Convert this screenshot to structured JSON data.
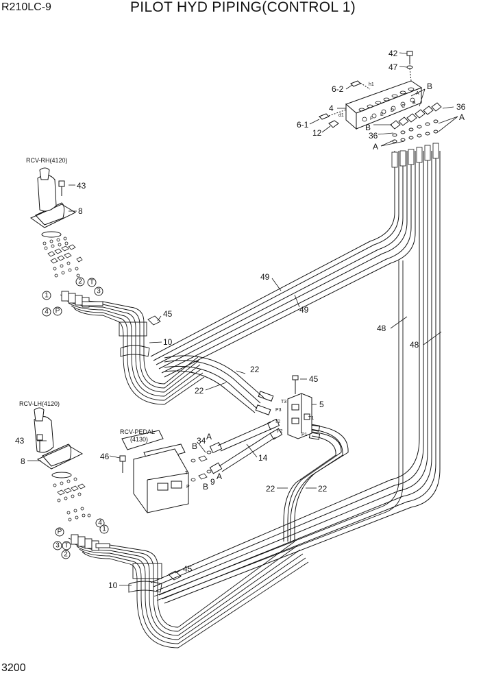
{
  "header": {
    "model": "R210LC-9",
    "title": "PILOT HYD PIPING(CONTROL 1)",
    "page_number": "3200"
  },
  "components": {
    "rcv_rh": "RCV-RH(4120)",
    "rcv_lh": "RCV-LH(4120)",
    "rcv_pedal": "RCV-PEDAL",
    "rcv_pedal_code": "(4130)"
  },
  "callouts": {
    "c42": "42",
    "c47": "47",
    "c6_2": "6-2",
    "c4": "4",
    "c6_1": "6-1",
    "c12": "12",
    "c36a": "36",
    "c36b": "36",
    "cA1": "A",
    "cA2": "A",
    "cB1": "B",
    "cB2": "B",
    "c43a": "43",
    "c8a": "8",
    "c49a": "49",
    "c49b": "49",
    "c45a": "45",
    "c10a": "10",
    "c48a": "48",
    "c48b": "48",
    "c22a": "22",
    "c22b": "22",
    "c45b": "45",
    "c5": "5",
    "c43b": "43",
    "c8b": "8",
    "c34": "34",
    "cA3": "A",
    "cB3": "B",
    "c46": "46",
    "c14": "14",
    "cB4": "B",
    "c9": "9",
    "cA4": "A",
    "c22c": "22",
    "c22d": "22",
    "c45c": "45",
    "c10b": "10"
  },
  "port_labels": {
    "h1": "h1",
    "d1": "d1",
    "A": "A",
    "B": "B",
    "C": "C",
    "D": "D",
    "E": "E",
    "F": "F",
    "T3": "T3",
    "P3": "P3",
    "T2": "T2",
    "P2": "P2",
    "T1": "T1",
    "P1": "P1",
    "T": "T",
    "P": "P"
  },
  "circle_markers": {
    "rh": [
      "1",
      "2",
      "T",
      "3",
      "4",
      "P"
    ],
    "lh": [
      "P",
      "4",
      "1",
      "3",
      "T",
      "2"
    ]
  },
  "colors": {
    "line": "#111111",
    "background": "#ffffff"
  }
}
